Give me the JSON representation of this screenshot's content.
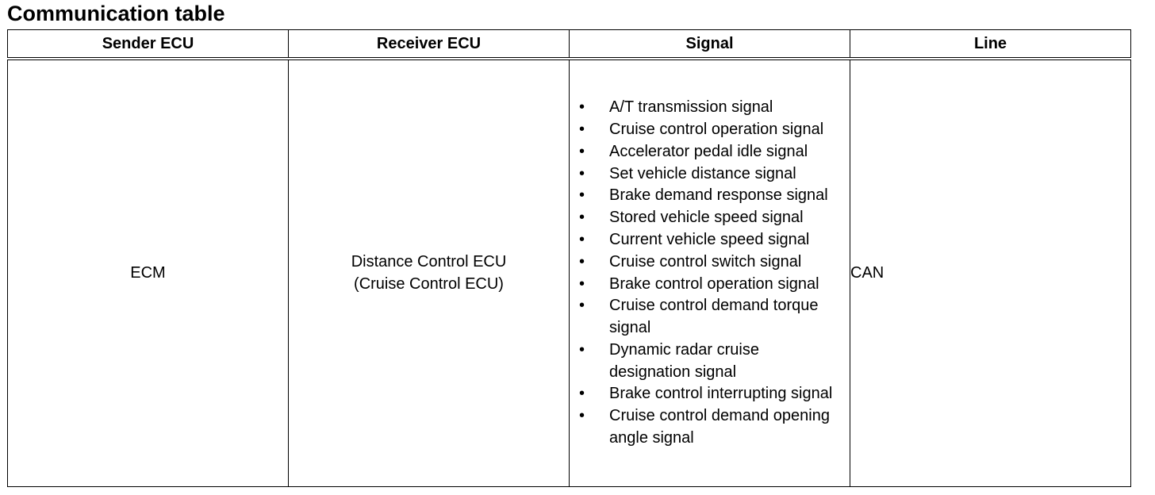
{
  "title": "Communication table",
  "table": {
    "headers": {
      "sender": "Sender ECU",
      "receiver": "Receiver ECU",
      "signal": "Signal",
      "line": "Line"
    },
    "row": {
      "sender": "ECM",
      "receiver_lines": [
        "Distance Control ECU",
        "(Cruise Control ECU)"
      ],
      "bullet": "•",
      "signals": [
        "A/T transmission signal",
        "Cruise control operation signal",
        "Accelerator pedal idle signal",
        "Set vehicle distance signal",
        "Brake demand response signal",
        "Stored vehicle speed signal",
        "Current vehicle speed signal",
        "Cruise control switch signal",
        "Brake control operation signal",
        "Cruise control demand torque signal",
        "Dynamic radar cruise designation signal",
        "Brake control interrupting signal",
        "Cruise control demand opening angle signal"
      ],
      "line": "CAN"
    }
  }
}
